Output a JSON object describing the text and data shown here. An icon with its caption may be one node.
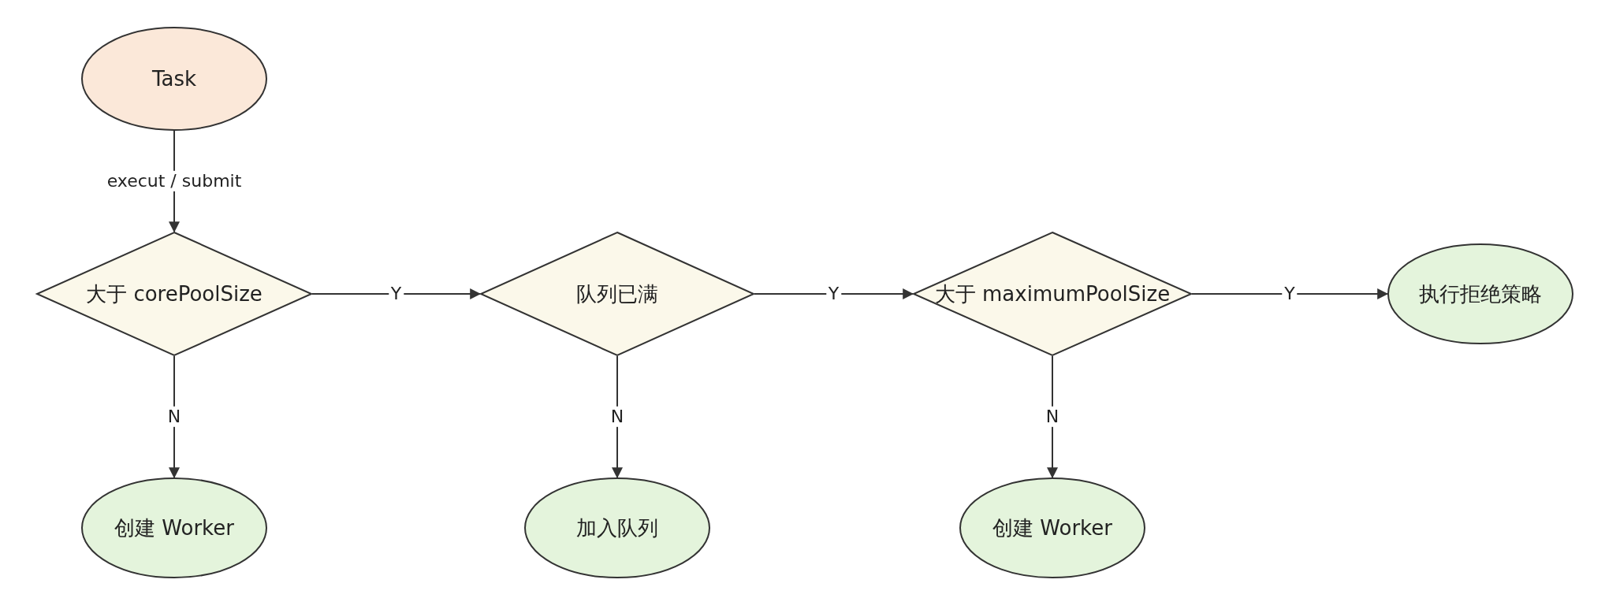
{
  "diagram": {
    "nodes": [
      {
        "text": [
          "Task"
        ]
      },
      {
        "text": [
          "大于 corePoolSize"
        ]
      },
      {
        "text": [
          "队列已满"
        ]
      },
      {
        "text": [
          "大于 maximumPoolSize"
        ]
      },
      {
        "text": [
          "执行拒绝策略"
        ]
      },
      {
        "text": [
          "创建 Worker"
        ]
      },
      {
        "text": [
          "加入队列"
        ]
      },
      {
        "text": [
          "创建 Worker"
        ]
      }
    ],
    "edges": [
      {
        "from": 0,
        "to": 1,
        "arrow": "to",
        "label": "execut / submit"
      },
      {
        "from": 1,
        "to": 2,
        "arrow": "to",
        "label": "Y"
      },
      {
        "from": 2,
        "to": 3,
        "arrow": "to",
        "label": "Y"
      },
      {
        "from": 3,
        "to": 4,
        "arrow": "to",
        "label": "Y"
      },
      {
        "from": 1,
        "to": 5,
        "arrow": "to",
        "label": "N"
      },
      {
        "from": 2,
        "to": 6,
        "arrow": "to",
        "label": "N"
      },
      {
        "from": 3,
        "to": 7,
        "arrow": "to",
        "label": "N"
      }
    ]
  }
}
